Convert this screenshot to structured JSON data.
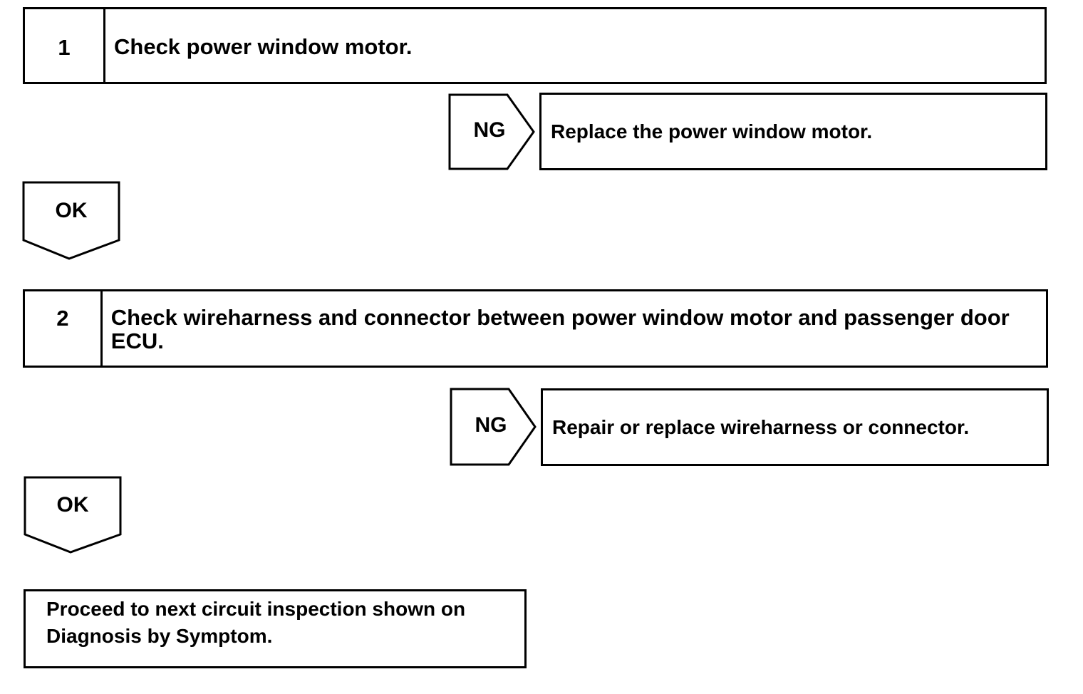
{
  "steps": [
    {
      "number": "1",
      "text": "Check power window motor."
    },
    {
      "number": "2",
      "text": "Check wireharness and connector between power window motor and passenger door ECU."
    }
  ],
  "branches": [
    {
      "ng_label": "NG",
      "ng_action": "Replace the power window motor.",
      "ok_label": "OK"
    },
    {
      "ng_label": "NG",
      "ng_action": "Repair or replace wireharness or connector.",
      "ok_label": "OK"
    }
  ],
  "final_text": "Proceed to next circuit inspection shown on Diagnosis by Symptom."
}
